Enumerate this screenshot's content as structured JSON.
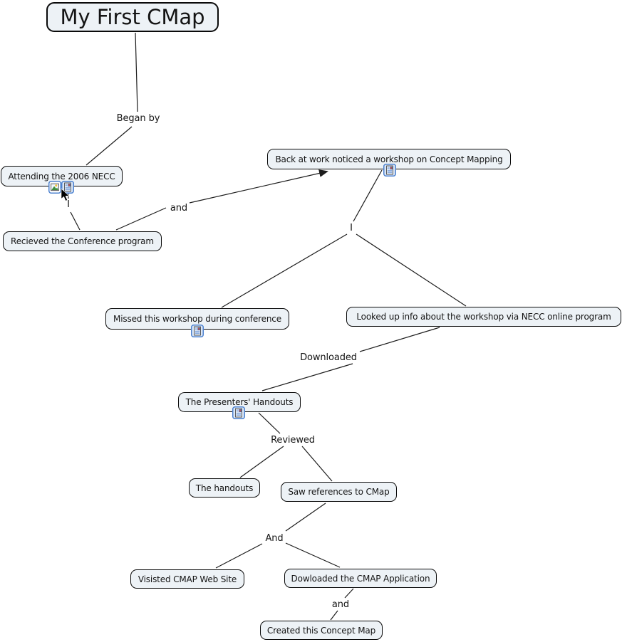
{
  "app": {
    "type": "concept-map-canvas",
    "background_color": "#ffffff",
    "node_fill_color": "#edf2f6",
    "node_border_color": "#0a0a0a",
    "line_color": "#1c1c1c",
    "resource_icon_border_color": "#4d82cf",
    "resource_icon_fill_color": "#dbe7f7"
  },
  "root": {
    "label": "My First CMap"
  },
  "concepts": [
    {
      "label": "Attending the 2006 NECC",
      "resources": [
        "image",
        "document"
      ]
    },
    {
      "label": "Recieved the Conference program",
      "resources": []
    },
    {
      "label": "Back at work noticed a workshop on Concept Mapping",
      "resources": [
        "document"
      ]
    },
    {
      "label": "Missed this workshop during conference",
      "resources": [
        "document"
      ]
    },
    {
      "label": "Looked up info about the workshop via NECC online program",
      "resources": []
    },
    {
      "label": "The Presenters' Handouts",
      "resources": [
        "document"
      ]
    },
    {
      "label": "The handouts",
      "resources": []
    },
    {
      "label": "Saw references to CMap",
      "resources": []
    },
    {
      "label": "Visisted CMAP Web Site",
      "resources": []
    },
    {
      "label": "Dowloaded the CMAP Application",
      "resources": []
    },
    {
      "label": "Created this Concept Map",
      "resources": []
    }
  ],
  "links": [
    {
      "label": "Began by"
    },
    {
      "label": "I"
    },
    {
      "label": "and"
    },
    {
      "label": "I"
    },
    {
      "label": "Downloaded"
    },
    {
      "label": "Reviewed"
    },
    {
      "label": "And"
    },
    {
      "label": "and"
    }
  ]
}
